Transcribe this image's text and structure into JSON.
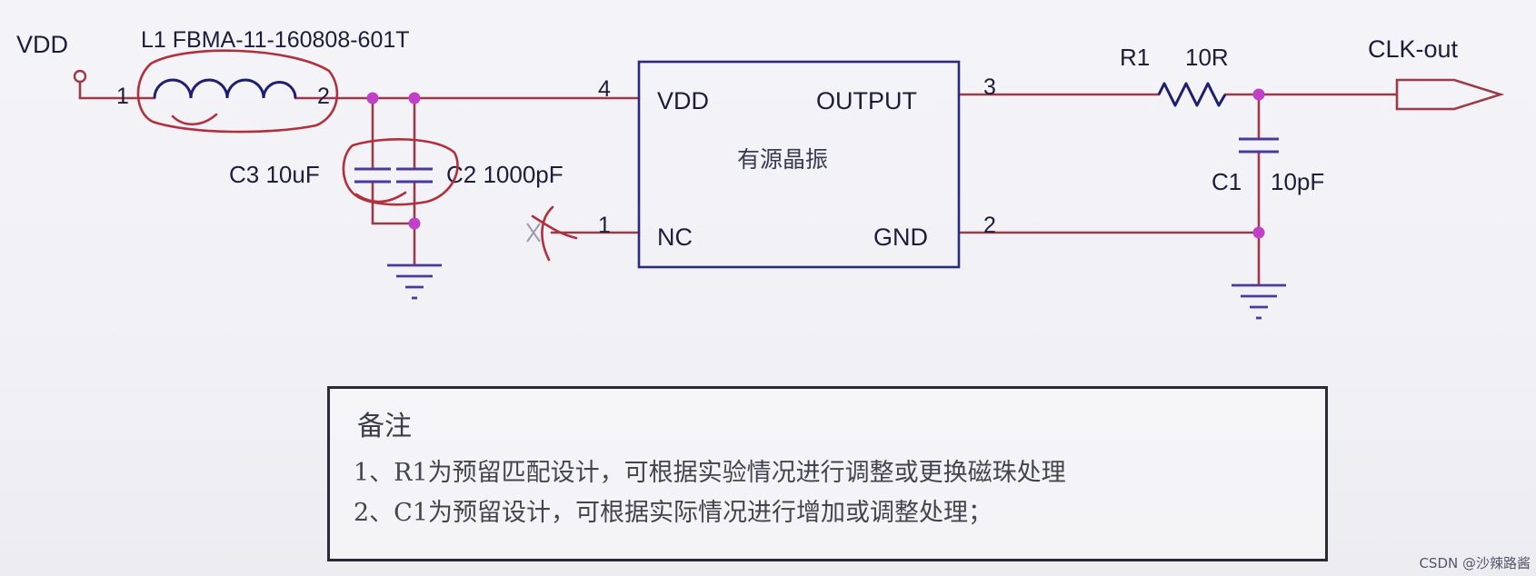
{
  "schematic": {
    "vdd_source_label": "VDD",
    "inductor": {
      "designator_part": "L1  FBMA-11-160808-601T",
      "pin1": "1",
      "pin2": "2"
    },
    "cap_c3": {
      "label": "C3 10uF"
    },
    "cap_c2": {
      "label": "C2 1000pF"
    },
    "oscillator": {
      "title": "有源晶振",
      "pin_vdd": "VDD",
      "pin_output": "OUTPUT",
      "pin_nc": "NC",
      "pin_gnd": "GND",
      "pin4_num": "4",
      "pin3_num": "3",
      "pin1_num": "1",
      "pin2_num": "2"
    },
    "resistor": {
      "designator": "R1",
      "value": "10R"
    },
    "cap_c1": {
      "designator": "C1",
      "value": "10pF"
    },
    "output_port": {
      "label": "CLK-out"
    }
  },
  "notes": {
    "title": "备注",
    "lines": [
      "1、R1为预留匹配设计，可根据实验情况进行调整或更换磁珠处理",
      "2、C1为预留设计，可根据实际情况进行增加或调整处理；"
    ]
  },
  "watermark": "CSDN @沙辣路酱",
  "colors": {
    "wire": "#9c3a48",
    "junction": "#c040c8",
    "component": "#1e1e70",
    "annotation": "#b0303c",
    "text": "#1d1d3a"
  }
}
